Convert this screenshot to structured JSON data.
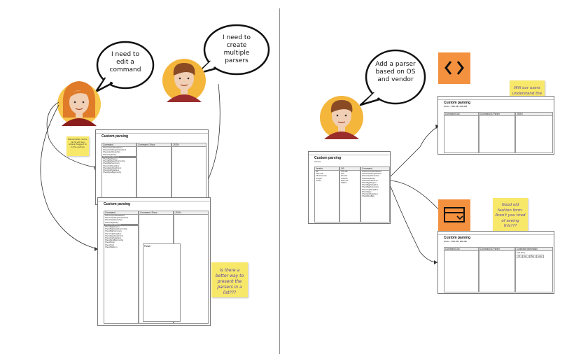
{
  "bubbles": {
    "edit": "I need to edit a command",
    "multi": "I need to create multiple parsers",
    "os_vendor": "Add a parser based on OS and vendor"
  },
  "stickies": {
    "left_small": "Placeholder name, cards will say where flagged to in the section",
    "better_way": "Is there a better way to present the parsers in a list???",
    "mechanics": "Will our users understand the mechanics of the code UI?",
    "form": "Good old fashion form. Aren't you tired of seeing this???"
  },
  "wireframe_a": {
    "title": "Custom parsing",
    "cols": [
      "Command",
      "Command: Show",
      "JSON"
    ],
    "items": [
      "ShowArpVdsDatabase",
      "ShowArpVRegistrationEnd",
      "ShowAsp/RouteSpv",
      "ShowAspPolicy",
      "ShowVirtualServer",
      "ShowBgpRegion",
      "ShowBgpNeighborConfig",
      "ShowBgpSummary",
      "ShowCdpNeighbor",
      "ShowEigrpNeighbors",
      "ShowIsisDatabase",
      "ShowMplsBgpConfig"
    ]
  },
  "wireframe_b": {
    "title": "Custom parsing",
    "cols": [
      "Command",
      "Command: Show",
      "JSON"
    ],
    "items": [
      "ShowArpVdsDatabase",
      "ShowArpVRegistrationEnd",
      "ShowAsp/RouteSpv",
      "ShowAspPolicy",
      "ShowVirtualServer",
      "ShowBgpRegion",
      "ShowBgpNeighborConfig",
      "ShowBgpSummary",
      "ShowCdpNeighbor",
      "ShowEigrpNeighbors",
      "ShowIsisDatabase",
      "ShowMplsBgpConfig",
      "ShowMsdp",
      "ShowOspf",
      "ShowPlatform"
    ],
    "parser_label": "Parser"
  },
  "wireframe_c": {
    "title": "Custom parsing",
    "filter": "Vendor",
    "cols": [
      "Vendor",
      "OS",
      "Command"
    ],
    "vendors": [
      "HP",
      "Palo Alto",
      "F5 Networks",
      "Juniper",
      "Arista"
    ],
    "os": [
      "IOS-XE",
      "IOS",
      "NX-OS",
      "JUNOS",
      "PAN-OS",
      "TMOS"
    ],
    "commands": [
      "ShowArpVdsDatabase",
      "ShowArpVRegistration",
      "ShowAsp/RouteSpv",
      "ShowAspPolicy",
      "ShowVirtualServer",
      "ShowBgpRegion",
      "ShowBgpNeighbor",
      "ShowBgpSummary",
      "ShowCdpNeighbor",
      "ShowEigrp",
      "ShowIsisDatabase",
      "ShowMplsBgp"
    ]
  },
  "wireframe_d": {
    "title": "Custom parsing",
    "sub": "Cisco - IOS-XE, IOS-XR",
    "cols": [
      "Command List",
      "Command & Parser",
      "JSON"
    ]
  },
  "wireframe_e": {
    "title": "Custom parsing",
    "sub": "Cisco - IOS-XR, IOS-XE",
    "cols": [
      "Command List",
      "Command & Parser",
      "Collected information"
    ],
    "right_label": "Add Entry",
    "table_cols": [
      "ID",
      "Key",
      "Max",
      "Logic"
    ]
  },
  "colors": {
    "sticky": "#f7e86a",
    "tile": "#f4913f",
    "face_bg": "#f7c64a",
    "face_bg2": "#f4b63b",
    "selected": "#8a8a8a"
  }
}
